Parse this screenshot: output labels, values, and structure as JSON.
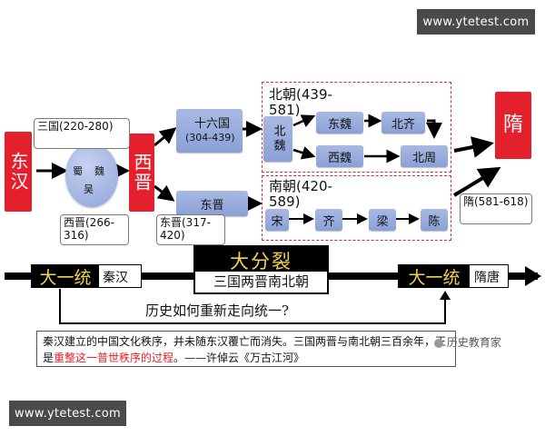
{
  "watermark": {
    "top": "www.ytetest.com",
    "bottom": "www.ytetest.com"
  },
  "nodes": {
    "donghan": "东汉",
    "sanguo_circle": {
      "shu": "蜀",
      "wei": "魏",
      "wu": "吴"
    },
    "xijin": "西晋",
    "shiliuguo": "十六国",
    "shiliuguo_years": "(304-439)",
    "dongjin": "东晋",
    "beiwei": "北魏",
    "dongwei": "东魏",
    "xiwei": "西魏",
    "beiqi": "北齐",
    "beizhou": "北周",
    "song": "宋",
    "qi": "齐",
    "liang": "梁",
    "chen": "陈",
    "sui": "隋"
  },
  "labels": {
    "sanguo": "三国(220-280)",
    "xijin": "西晋(266-316)",
    "dongjin": "东晋(317-420)",
    "beichao": "北朝(439-581)",
    "nanchao": "南朝(420-589)",
    "sui": "隋(581-618)"
  },
  "timeline": {
    "left_banner": "大一统",
    "left_text": "秦汉",
    "middle_banner": "大分裂",
    "middle_text": "三国两晋南北朝",
    "right_banner": "大一统",
    "right_text": "隋唐",
    "question": "历史如何重新走向统一?"
  },
  "quote": {
    "part1": "秦汉建立的中国文化秩序，并未随东汉覆亡而消失。三国两晋与南北朝三百余年，正是",
    "highlight": "重整这一普世秩序的过程",
    "part2": "。——许倬云《万古江河》"
  },
  "watermark_inline": "历史教育家",
  "colors": {
    "red": "#e4202c",
    "blue": "#8aa0d6",
    "banner": "#000000",
    "banner_text": "#f1d34c",
    "dashed": "#c8323c",
    "highlight": "#e4202c"
  }
}
